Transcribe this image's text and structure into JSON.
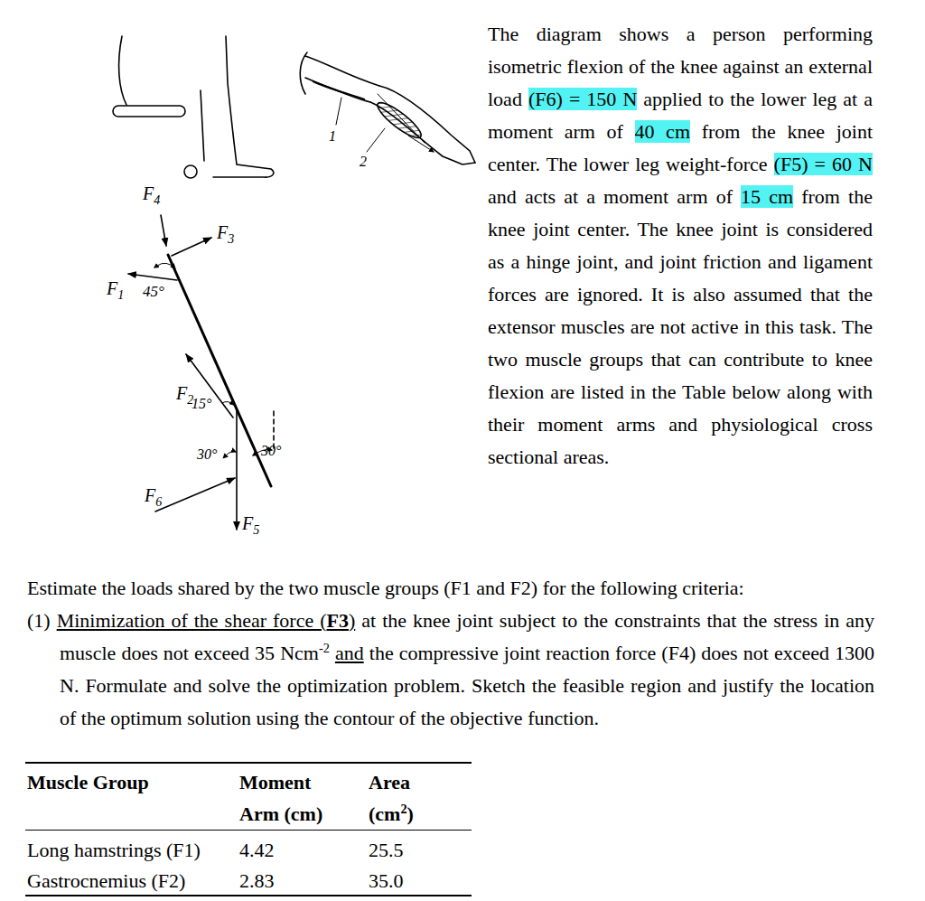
{
  "diagram": {
    "labels": [
      "The diagram shows a person performing isometric flexion of the knee against an external load",
      "(F6) = 150 N",
      "applied to the lower leg at a moment arm of",
      "40 cm",
      "from the knee joint center. The lower leg weight-force",
      "(F5) = 60 N",
      "and acts at a moment arm of",
      "15 cm",
      "from the knee joint center. The knee joint is considered as a hinge joint, and joint friction and ligament forces are ignored. It is also assumed that the extensor muscles are not active in this task. The two muscle groups that can contribute to knee flexion are listed in the Table below along with their moment arms and physiological cross sectional areas.",
      "Estimate the loads shared by the two muscle groups (F1 and F2) for the following criteria:",
      "(1)",
      "Minimization of the shear force (",
      "F3",
      ")",
      "at the knee joint subject to the constraints that the stress in any muscle does not exceed 35 Ncm",
      "-2",
      "and",
      "the compressive joint reaction force (F4) does not exceed 1300 N. Formulate and solve the optimization problem. Sketch the feasible region and justify the location of the optimum solution using the contour of the objective function.",
      "Muscle Group",
      "Moment",
      "Arm (cm)",
      "Area",
      "(cm",
      "2",
      ")",
      "Long hamstrings (F1)",
      "4.42",
      "25.5",
      "Gastrocnemius (F2)",
      "2.83",
      "35.0",
      "1",
      "2",
      "F",
      "4",
      "F",
      "3",
      "F",
      "1",
      "45°",
      "F",
      "2",
      "15°",
      "30°",
      "30°",
      "F",
      "6",
      "F",
      "5"
    ]
  }
}
